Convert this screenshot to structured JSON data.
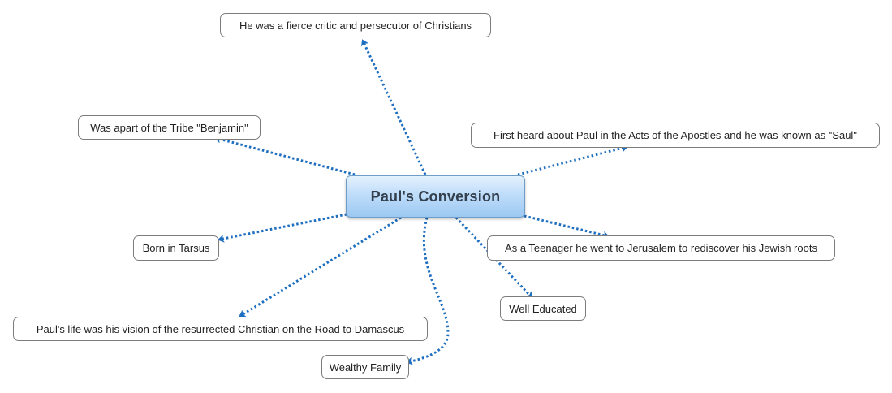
{
  "central": {
    "label": "Paul's Conversion"
  },
  "topics": {
    "critic": "He was a fierce critic and persecutor of Christians",
    "tribe": "Was apart of the Tribe \"Benjamin\"",
    "acts": "First heard about Paul in the Acts of the Apostles and he was known as \"Saul\"",
    "tarsus": "Born in Tarsus",
    "teen": "As a Teenager he went to Jerusalem to rediscover his Jewish roots",
    "educated": "Well Educated",
    "vision": "Paul's life was his vision of the resurrected Christian on the Road to Damascus",
    "wealthy": "Wealthy Family"
  },
  "colors": {
    "connector": "#1f6fc0",
    "central_fill": "#bfddfa",
    "central_border": "#6e9dc8",
    "topic_border": "#7c7c7c",
    "central_text": "#333f4c"
  }
}
